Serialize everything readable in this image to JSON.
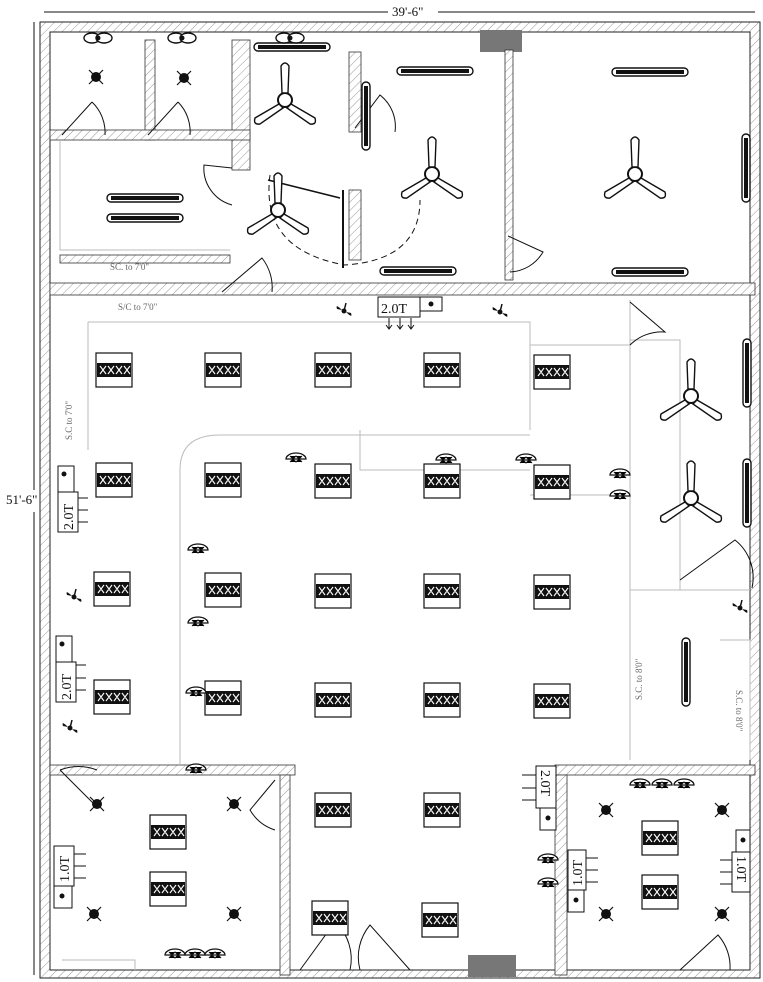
{
  "dimensions": {
    "width_label": "39'-6\"",
    "height_label": "51'-6\""
  },
  "ac_units": [
    {
      "label": "2.0T",
      "orientation": "horizontal"
    },
    {
      "label": "2.0T",
      "orientation": "vertical"
    },
    {
      "label": "2.0T",
      "orientation": "vertical"
    },
    {
      "label": "2.0T",
      "orientation": "vertical"
    },
    {
      "label": "1.0T",
      "orientation": "vertical"
    },
    {
      "label": "1.0T",
      "orientation": "vertical"
    },
    {
      "label": "1.0T",
      "orientation": "vertical"
    }
  ],
  "room_notes": [
    "SC. to 7'0\"",
    "S/C to 7'0\"",
    "S.C to 7'0\"",
    "S.C. to 8'0\"",
    "S.C. to 8'0\""
  ],
  "legend": {
    "ceiling_fan": "ceiling-fan-symbol",
    "tube_light": "tube-light-symbol",
    "panel_light": "panel-light-symbol",
    "exhaust_fan": "exhaust-fan-symbol",
    "downlight": "downlight-symbol",
    "wall_fan": "wall-fan-symbol"
  }
}
